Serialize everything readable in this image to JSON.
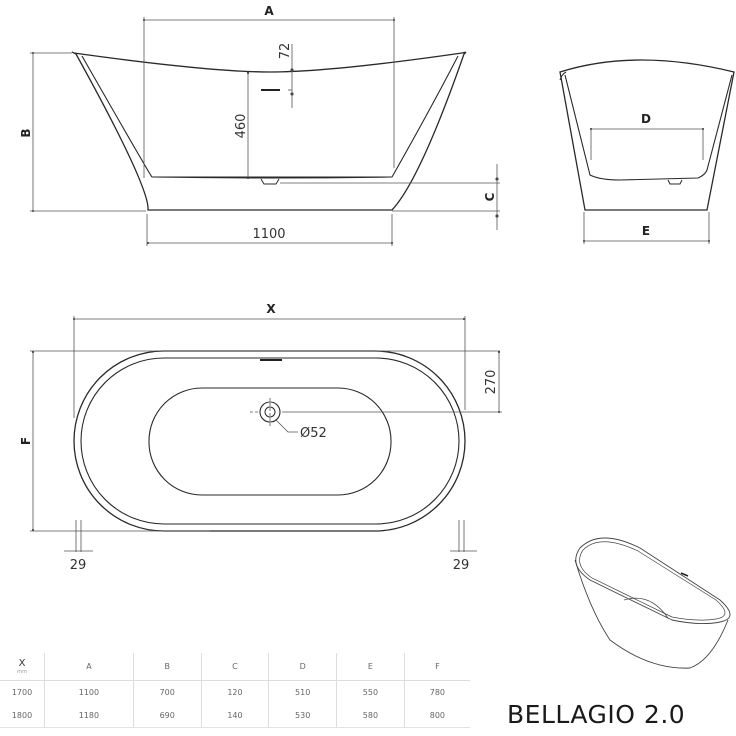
{
  "product": {
    "name": "BELLAGIO 2.0"
  },
  "side_view": {
    "label_A": "A",
    "label_B": "B",
    "label_C": "C",
    "dim_overflow": "72",
    "dim_depth": "460",
    "dim_base_length": "1100"
  },
  "end_view": {
    "label_D": "D",
    "label_E": "E"
  },
  "top_view": {
    "label_X": "X",
    "label_F": "F",
    "dim_drain_offset": "270",
    "dim_drain_diameter": "Ø52",
    "dim_rim_left": "29",
    "dim_rim_right": "29"
  },
  "spec_table": {
    "headers": [
      "X",
      "A",
      "B",
      "C",
      "D",
      "E",
      "F"
    ],
    "x_unit": "mm",
    "rows": [
      [
        "1700",
        "1100",
        "700",
        "120",
        "510",
        "550",
        "780"
      ],
      [
        "1800",
        "1180",
        "690",
        "140",
        "530",
        "580",
        "800"
      ]
    ]
  },
  "colors": {
    "line": "#2a2a2a",
    "dim_line": "#555555",
    "table_text": "#666666"
  }
}
